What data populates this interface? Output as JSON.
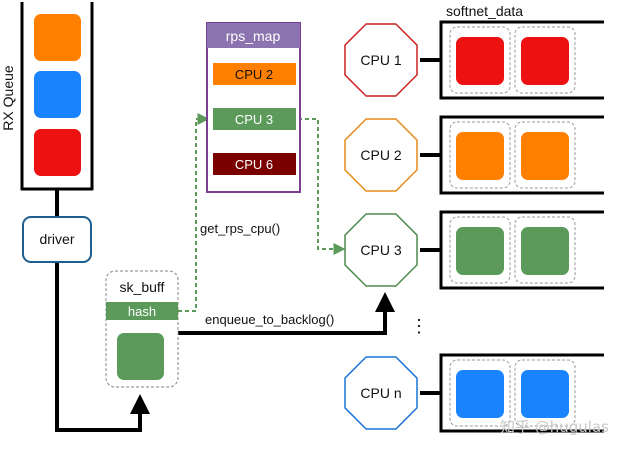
{
  "rx_queue": {
    "label": "RX Queue",
    "packet_colors": [
      "#ff8000",
      "#1a84ff",
      "#ee1111"
    ]
  },
  "driver": {
    "label": "driver"
  },
  "sk_buff": {
    "label": "sk_buff",
    "hash_label": "hash",
    "packet_color": "#5b9a5b"
  },
  "rps_map": {
    "title": "rps_map",
    "entries": [
      {
        "label": "CPU 2",
        "color": "#ff8000"
      },
      {
        "label": "CPU 3",
        "color": "#5b9a5b"
      },
      {
        "label": "CPU 6",
        "color": "#7a0000"
      }
    ]
  },
  "calls": {
    "get_rps_cpu": "get_rps_cpu()",
    "enqueue_to_backlog": "enqueue_to_backlog()"
  },
  "softnet": {
    "title": "softnet_data",
    "ellipsis": "⋮",
    "cpus": [
      {
        "label": "CPU 1",
        "outline": "#cc2222",
        "packet_color": "#ee1111"
      },
      {
        "label": "CPU 2",
        "outline": "#e88a1a",
        "packet_color": "#ff8000"
      },
      {
        "label": "CPU 3",
        "outline": "#4d8a4d",
        "packet_color": "#5b9a5b"
      },
      {
        "label": "CPU n",
        "outline": "#1a73d9",
        "packet_color": "#1a84ff"
      }
    ]
  },
  "watermark": "知乎 @hugulas",
  "colors": {
    "line": "#000000",
    "dash_arrow": "#5b9a5b",
    "rps_border": "#7b3f8f",
    "rps_header": "#8b73b0",
    "driver_border": "#1b5e8f",
    "dashed_group": "#999999"
  }
}
